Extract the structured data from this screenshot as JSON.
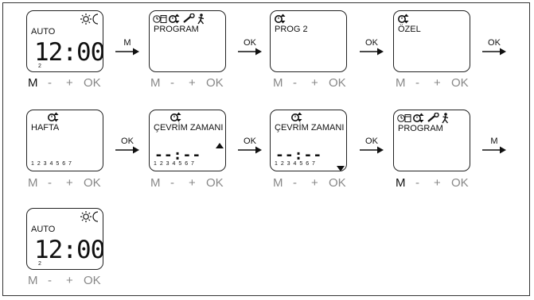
{
  "steps": [
    {
      "label": "AUTO",
      "time": "12:00",
      "sub": "2",
      "icons": [
        "sun-moon-icon"
      ],
      "keys_highlight": "M"
    },
    {
      "label": "PROGRAM",
      "icons": [
        "clock-calendar-icon",
        "clock-updown-icon",
        "wrench-icon",
        "person-icon"
      ],
      "keys_highlight": "none"
    },
    {
      "label": "PROG 2",
      "icons": [
        "clock-updown-icon"
      ],
      "keys_highlight": "none"
    },
    {
      "label": "ÖZEL",
      "icons": [
        "clock-updown-icon"
      ],
      "keys_highlight": "none"
    },
    {
      "label": "HAFTA",
      "icons": [
        "clock-updown-icon"
      ],
      "days": "1 2 3 4 5 6 7",
      "keys_highlight": "none"
    },
    {
      "label": "ÇEVRİM ZAMANI",
      "icons": [
        "clock-updown-icon"
      ],
      "dashes": "--:--",
      "days": "1 2 3 4 5 6 7",
      "marker": "up",
      "keys_highlight": "none"
    },
    {
      "label": "ÇEVRİM ZAMANI",
      "icons": [
        "clock-updown-icon"
      ],
      "dashes": "--:--",
      "days": "1 2 3 4 5 6 7",
      "marker": "down",
      "keys_highlight": "none"
    },
    {
      "label": "PROGRAM",
      "icons": [
        "clock-calendar-icon",
        "clock-updown-icon",
        "wrench-icon",
        "person-icon"
      ],
      "keys_highlight": "M"
    },
    {
      "label": "AUTO",
      "time": "12:00",
      "sub": "2",
      "icons": [
        "sun-moon-icon"
      ],
      "keys_highlight": "none"
    }
  ],
  "keys": {
    "m": "M",
    "minus": "-",
    "plus": "+",
    "ok": "OK"
  },
  "arrows": [
    "M",
    "OK",
    "OK",
    "OK",
    "OK",
    "OK",
    "OK",
    "M"
  ]
}
